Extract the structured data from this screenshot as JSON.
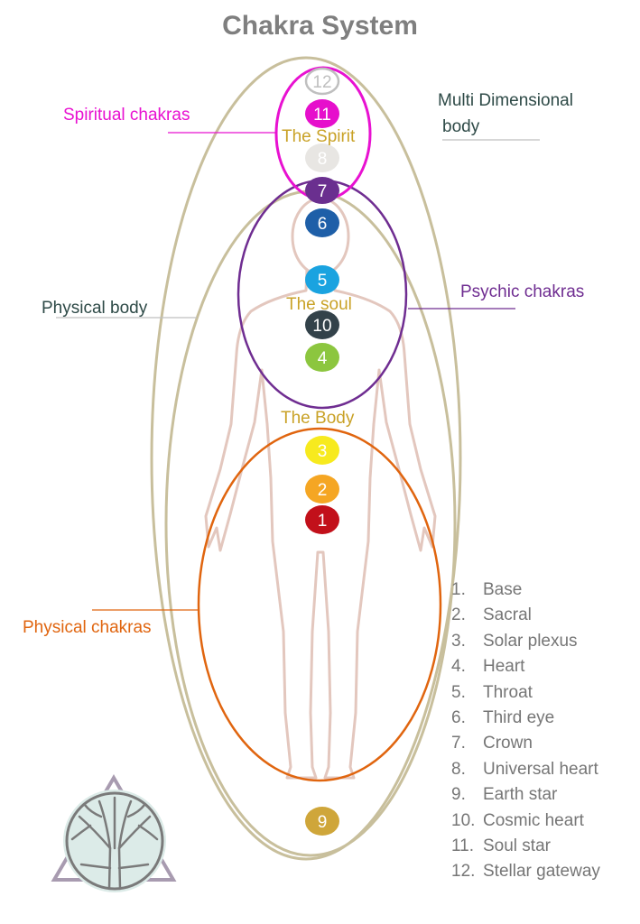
{
  "title": "Chakra System",
  "labels": {
    "spiritual_chakras": "Spiritual chakras",
    "multi_dimensional_body_line1": "Multi Dimensional",
    "multi_dimensional_body_line2": "body",
    "physical_body": "Physical body",
    "psychic_chakras": "Psychic chakras",
    "physical_chakras": "Physical chakras",
    "the_spirit": "The Spirit",
    "the_soul": "The soul",
    "the_body": "The Body"
  },
  "chakras": [
    {
      "number": "12",
      "color": "#ffffff",
      "text_color": "#bfbfbf",
      "outline": "#bfbfbf"
    },
    {
      "number": "11",
      "color": "#e60fcc",
      "text_color": "#ffffff"
    },
    {
      "number": "8",
      "color": "#e8e6e3",
      "text_color": "#ffffff"
    },
    {
      "number": "7",
      "color": "#6a2f8f",
      "text_color": "#ffffff"
    },
    {
      "number": "6",
      "color": "#1e5fa8",
      "text_color": "#ffffff"
    },
    {
      "number": "5",
      "color": "#1aa3e0",
      "text_color": "#ffffff"
    },
    {
      "number": "10",
      "color": "#33424a",
      "text_color": "#ffffff"
    },
    {
      "number": "4",
      "color": "#8cc63f",
      "text_color": "#ffffff"
    },
    {
      "number": "3",
      "color": "#f7ea1e",
      "text_color": "#ffffff"
    },
    {
      "number": "2",
      "color": "#f5a623",
      "text_color": "#ffffff"
    },
    {
      "number": "1",
      "color": "#c2101a",
      "text_color": "#ffffff"
    },
    {
      "number": "9",
      "color": "#cfa63a",
      "text_color": "#ffffff"
    }
  ],
  "legend": [
    {
      "num": "1.",
      "name": "Base"
    },
    {
      "num": "2.",
      "name": "Sacral"
    },
    {
      "num": "3.",
      "name": "Solar plexus"
    },
    {
      "num": "4.",
      "name": "Heart"
    },
    {
      "num": "5.",
      "name": "Throat"
    },
    {
      "num": "6.",
      "name": "Third eye"
    },
    {
      "num": "7.",
      "name": "Crown"
    },
    {
      "num": "8.",
      "name": "Universal heart"
    },
    {
      "num": "9.",
      "name": "Earth star"
    },
    {
      "num": "10.",
      "name": "Cosmic heart"
    },
    {
      "num": "11.",
      "name": "Soul star"
    },
    {
      "num": "12.",
      "name": "Stellar gateway"
    }
  ],
  "colors": {
    "title": "#7f7f7f",
    "spiritual": "#e811d1",
    "psychic": "#6f2d91",
    "physical_chakras": "#e0650f",
    "outer_body": "#c8bf9c",
    "label_dark": "#2e4a47",
    "region_text": "#c9a227",
    "legend_text": "#767676",
    "body_outline": "#e3c7be"
  }
}
